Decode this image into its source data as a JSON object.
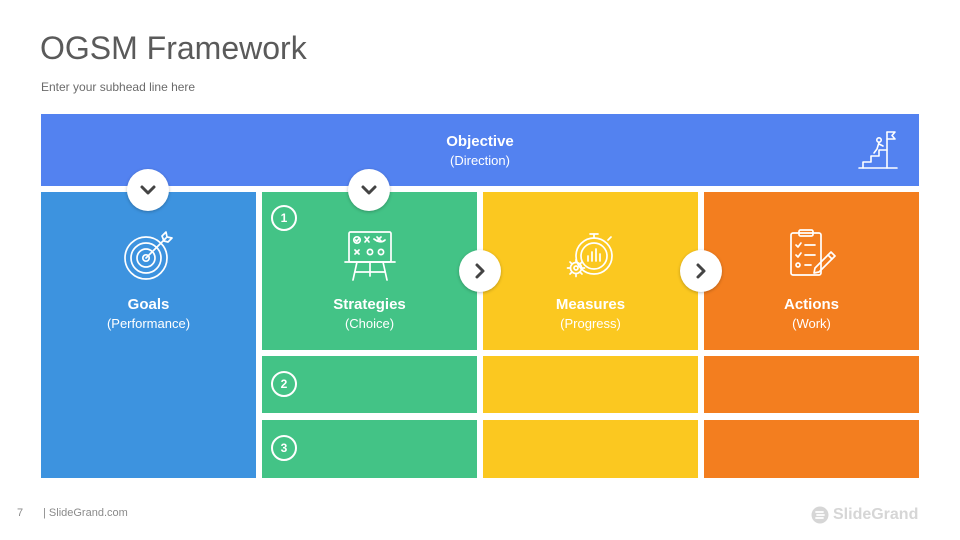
{
  "slide": {
    "title": "OGSM Framework",
    "subhead": "Enter your subhead  line here"
  },
  "objective": {
    "title": "Objective",
    "subtitle": "(Direction)",
    "icon": "mountain-flag-icon",
    "color": "#5382f0"
  },
  "goals": {
    "title": "Goals",
    "subtitle": "(Performance)",
    "icon": "target-arrow-icon",
    "color": "#3d93df"
  },
  "strategies": {
    "title": "Strategies",
    "subtitle": "(Choice)",
    "icon": "strategy-board-icon",
    "color": "#43c386",
    "rows": [
      "1",
      "2",
      "3"
    ]
  },
  "measures": {
    "title": "Measures",
    "subtitle": "(Progress)",
    "icon": "stopwatch-gear-icon",
    "color": "#fbc820"
  },
  "actions": {
    "title": "Actions",
    "subtitle": "(Work)",
    "icon": "checklist-pencil-icon",
    "color": "#f37e1f"
  },
  "footer": {
    "page_number": "7",
    "brand": "| SlideGrand.com",
    "logo_text": "SlideGrand"
  }
}
